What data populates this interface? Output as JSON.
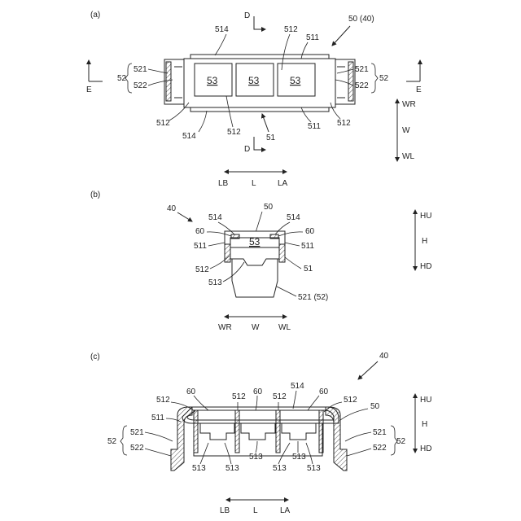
{
  "panel_a": {
    "tag": "(a)",
    "section_mark": "D",
    "ref_main": "50 (40)",
    "view_mark": "E",
    "labels": {
      "p514": "514",
      "p512": "512",
      "p511": "511",
      "p521": "521",
      "p522": "522",
      "p52": "52",
      "p53": "53",
      "p51": "51"
    },
    "dir_lr": {
      "left": "LB",
      "mid": "L",
      "right": "LA"
    },
    "dir_w": {
      "top": "WR",
      "mid": "W",
      "bottom": "WL"
    }
  },
  "panel_b": {
    "tag": "(b)",
    "ref_40": "40",
    "ref_50": "50",
    "labels": {
      "p514": "514",
      "p60": "60",
      "p511": "511",
      "p53": "53",
      "p512": "512",
      "p513": "513",
      "p51": "51",
      "p521_52": "521 (52)"
    },
    "dir_w": {
      "left": "WR",
      "mid": "W",
      "right": "WL"
    },
    "dir_h": {
      "top": "HU",
      "mid": "H",
      "bottom": "HD"
    }
  },
  "panel_c": {
    "tag": "(c)",
    "ref_40": "40",
    "labels": {
      "p60": "60",
      "p512": "512",
      "p514": "514",
      "p511": "511",
      "p50": "50",
      "p521": "521",
      "p522": "522",
      "p52": "52",
      "p513": "513"
    },
    "dir_lr": {
      "left": "LB",
      "mid": "L",
      "right": "LA"
    },
    "dir_h": {
      "top": "HU",
      "mid": "H",
      "bottom": "HD"
    }
  }
}
